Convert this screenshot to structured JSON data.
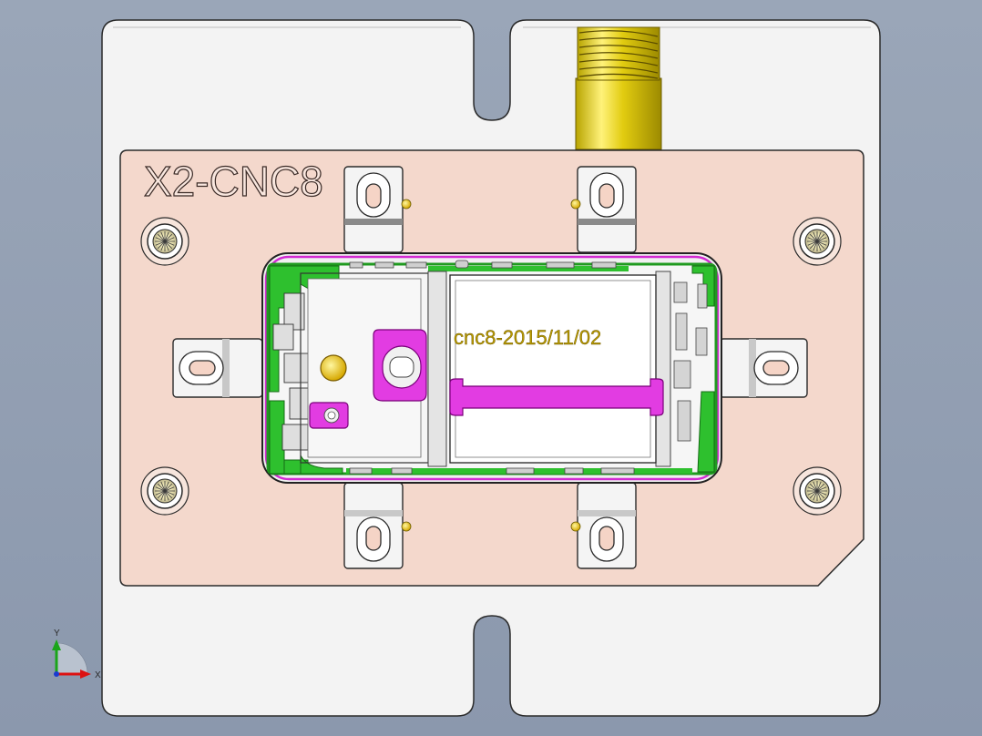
{
  "part": {
    "engraving": "X2-CNC8",
    "date_stamp": "cnc8-2015/11/02"
  },
  "triad": {
    "x_label": "X",
    "y_label": "Y"
  },
  "colors": {
    "background_top": "#c9d1dc",
    "background_bottom": "#8d9bb0",
    "base_plate": "#f2f2f2",
    "fixture_plate": "#f3d7cd",
    "pcb_green": "#2ec02e",
    "shield_magenta": "#e23ce2",
    "gold_rod": "#d8c400",
    "outline": "#2a2a2a"
  }
}
